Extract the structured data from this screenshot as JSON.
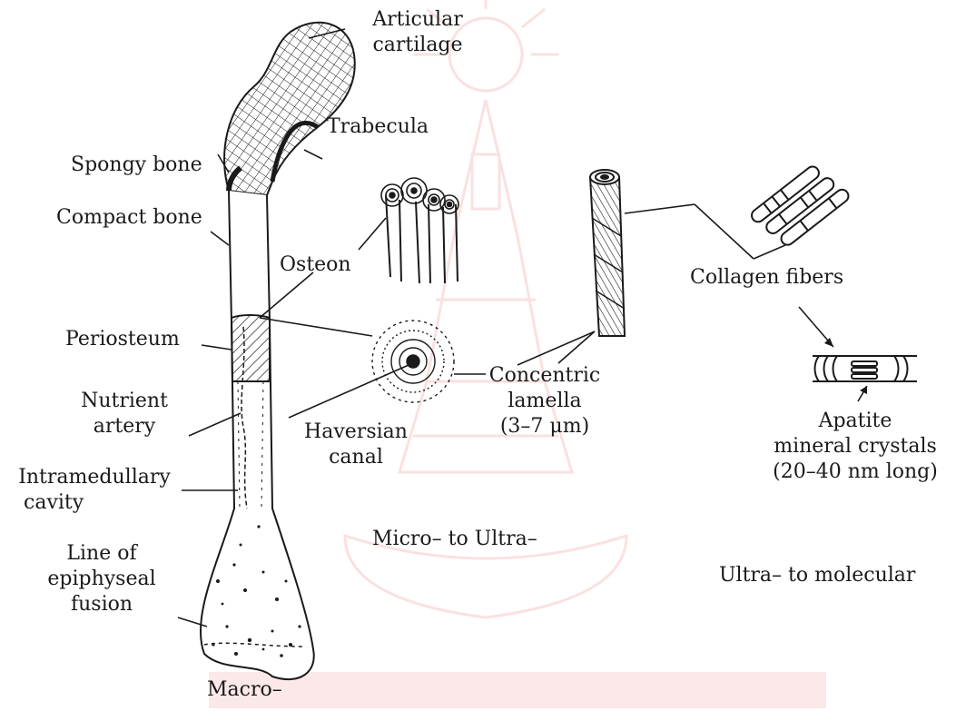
{
  "labels": {
    "articular_cartilage": [
      "Articular",
      "cartilage"
    ],
    "trabecula": "Trabecula",
    "spongy_bone": "Spongy bone",
    "compact_bone": "Compact bone",
    "osteon": "Osteon",
    "periosteum": "Periosteum",
    "nutrient_artery": [
      "Nutrient",
      "artery"
    ],
    "haversian_canal": [
      "Haversian",
      "canal"
    ],
    "intramedullary_cavity": [
      "Intramedullary",
      "cavity"
    ],
    "line_of_epiphyseal_fusion": [
      "Line of",
      "epiphyseal",
      "fusion"
    ],
    "concentric_lamella": [
      "Concentric",
      "lamella",
      "(3–7 μm)"
    ],
    "collagen_fibers": "Collagen fibers",
    "apatite": [
      "Apatite",
      "mineral crystals",
      "(20–40 nm long)"
    ]
  },
  "scales": {
    "macro": "Macro–",
    "micro_ultra": "Micro– to Ultra–",
    "ultra_molecular": "Ultra– to molecular"
  },
  "colors": {
    "ink": "#1a1a1a",
    "watermark": "#f3b8b8"
  }
}
